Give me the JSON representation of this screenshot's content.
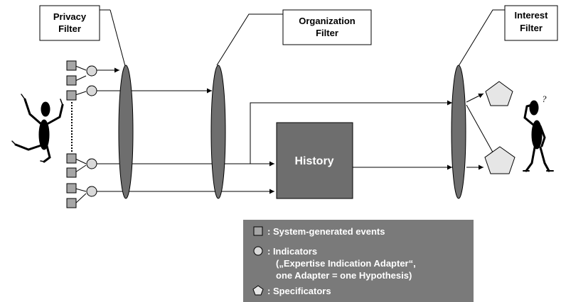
{
  "callouts": {
    "privacy": [
      "Privacy",
      "Filter"
    ],
    "organization": [
      "Organization",
      "Filter"
    ],
    "interest": [
      "Interest",
      "Filter"
    ]
  },
  "history_label": "History",
  "question_mark": "?",
  "legend": {
    "events": ": System-generated events",
    "indicators": [
      ": Indicators",
      "(„Expertise Indication Adapter“,",
      "one Adapter = one Hypothesis)"
    ],
    "specificators": ": Specificators"
  },
  "colors": {
    "filter": "#6e6e6e",
    "history": "#6e6e6e",
    "legend_bg": "#7a7a7a",
    "event_box": "#a6a6a6",
    "indicator": "#d9d9d9",
    "specificator": "#e6e6e6"
  }
}
